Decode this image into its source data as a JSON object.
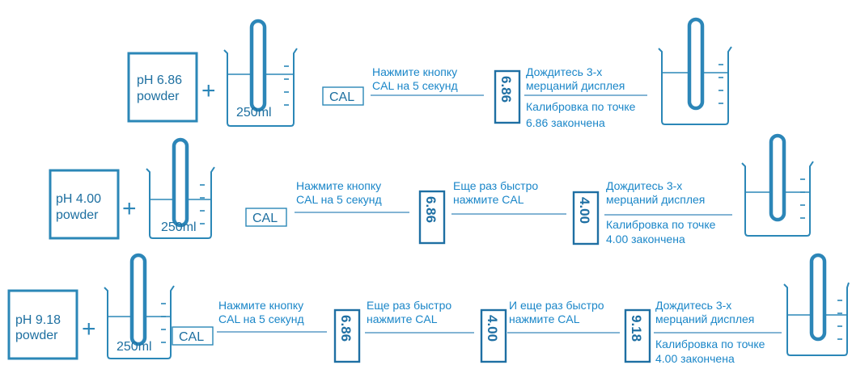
{
  "rows": [
    {
      "powder": [
        "pH 6.86",
        "powder"
      ],
      "beaker_volume": "250ml",
      "cal_label": "CAL",
      "press_note": [
        "Нажмите кнопку",
        "CAL на 5 секунд"
      ],
      "displays": [
        "6.86"
      ],
      "wait_note": [
        "Дождитесь 3-х",
        "мерцаний дисплея"
      ],
      "done_note": [
        "Калибровка по точке",
        "6.86 закончена"
      ]
    },
    {
      "powder": [
        "pH 4.00",
        "powder"
      ],
      "beaker_volume": "250ml",
      "cal_label": "CAL",
      "press_note": [
        "Нажмите кнопку",
        "CAL на 5 секунд"
      ],
      "quick_notes": [
        [
          "Еще раз быстро",
          "нажмите CAL"
        ]
      ],
      "displays": [
        "6.86",
        "4.00"
      ],
      "wait_note": [
        "Дождитесь 3-х",
        "мерцаний дисплея"
      ],
      "done_note": [
        "Калибровка по точке",
        "4.00 закончена"
      ]
    },
    {
      "powder": [
        "pH 9.18",
        "powder"
      ],
      "beaker_volume": "250ml",
      "cal_label": "CAL",
      "press_note": [
        "Нажмите кнопку",
        "CAL на 5 секунд"
      ],
      "quick_notes": [
        [
          "Еще раз быстро",
          "нажмите CAL"
        ],
        [
          "И еще раз быстро",
          "нажмите CAL"
        ]
      ],
      "displays": [
        "6.86",
        "4.00",
        "9.18"
      ],
      "wait_note": [
        "Дождитесь 3-х",
        "мерцаний дисплея"
      ],
      "done_note": [
        "Калибровка по точке",
        "4.00 закончена"
      ]
    }
  ],
  "colors": {
    "outline": "#2b87b7",
    "label_text": "#1a86c8",
    "lcd": "#1e6fa3",
    "line": "#5a9cc5"
  }
}
